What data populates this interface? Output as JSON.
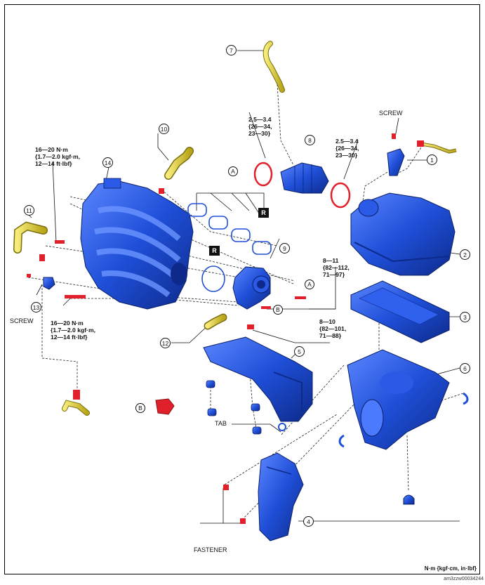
{
  "callouts": {
    "c1": "1",
    "c2": "2",
    "c3": "3",
    "c4": "4",
    "c5": "5",
    "c6": "6",
    "c7": "7",
    "c8": "8",
    "c9": "9",
    "c10": "10",
    "c11": "11",
    "c12": "12",
    "c13": "13",
    "c14": "14"
  },
  "letters": {
    "a": "A",
    "b": "B"
  },
  "replace_mark": "R",
  "labels": {
    "screw": "SCREW",
    "tab": "TAB",
    "fastener": "FASTENER"
  },
  "torques": {
    "t_top_left": [
      "16—20 N·m",
      "{1.7—2.0 kgf·m,",
      "12—14 ft·lbf}"
    ],
    "t_bottom_left": [
      "16—20 N·m",
      "{1.7—2.0 kgf·m,",
      "12—14 ft·lbf}"
    ],
    "t_clamp_left": [
      "2.5—3.4",
      "{26—34,",
      "23—30}"
    ],
    "t_clamp_right": [
      "2.5—3.4",
      "{26—34,",
      "23—30}"
    ],
    "t_throttle": [
      "8—11",
      "{82—112,",
      "71—97}"
    ],
    "t_resonator": [
      "8—10",
      "{82—101,",
      "71—88}"
    ]
  },
  "units": "N·m {kgf·cm, in·lbf}",
  "figure_code": "am3zzw00034244",
  "colors": {
    "part": "#1f4fd8",
    "part_dark": "#0d2a8a",
    "hose": "#e3d23a",
    "fastener": "#e0212b"
  }
}
